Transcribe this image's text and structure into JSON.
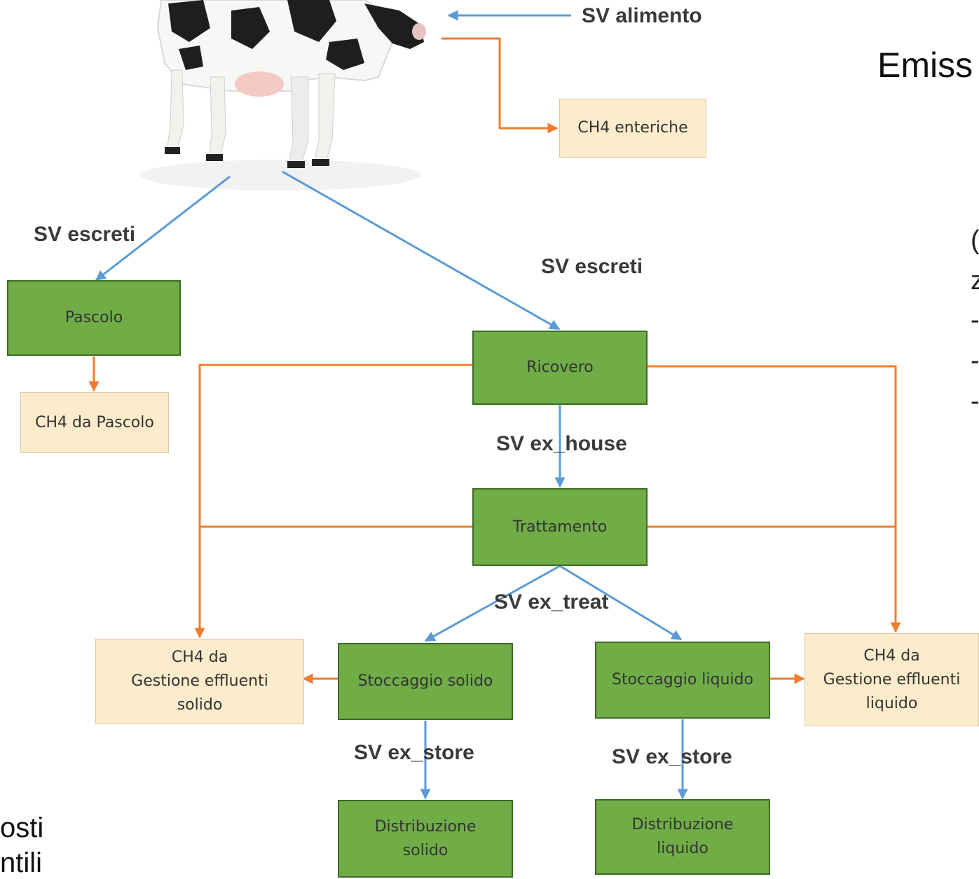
{
  "header": {
    "title_fragment": "Emiss"
  },
  "boxes": {
    "enteric": "CH4 enteriche",
    "pasture": "Pascolo",
    "pasture_ch4": "CH4 da Pascolo",
    "housing": "Ricovero",
    "treatment": "Trattamento",
    "solid_storage": "Stoccaggio solido",
    "liquid_storage": "Stoccaggio liquido",
    "solid_mgmt": "CH4 da\nGestione effluenti\nsolido",
    "liquid_mgmt": "CH4 da\nGestione effluenti\nliquido",
    "solid_distribution": "Distribuzione\nsolido",
    "liquid_distribution": "Distribuzione\nliquido"
  },
  "flow_labels": {
    "feed": "SV alimento",
    "excreted_left": "SV escreti",
    "excreted_right": "SV escreti",
    "ex_house": "SV ex_house",
    "ex_treat": "SV ex_treat",
    "ex_store_solid": "SV ex_store",
    "ex_store_liquid": "SV ex_store"
  },
  "side_text": {
    "right_glyphs": [
      "(",
      "z",
      "-",
      "-",
      "-"
    ],
    "bottom_left": [
      "osti",
      "ntili"
    ]
  },
  "colors": {
    "methane_arrow": "#ed7d31",
    "flow_arrow": "#5b9bd5",
    "process_box": "#70ad47",
    "methane_box": "#fdeccb"
  },
  "illustration": "dairy-cow"
}
